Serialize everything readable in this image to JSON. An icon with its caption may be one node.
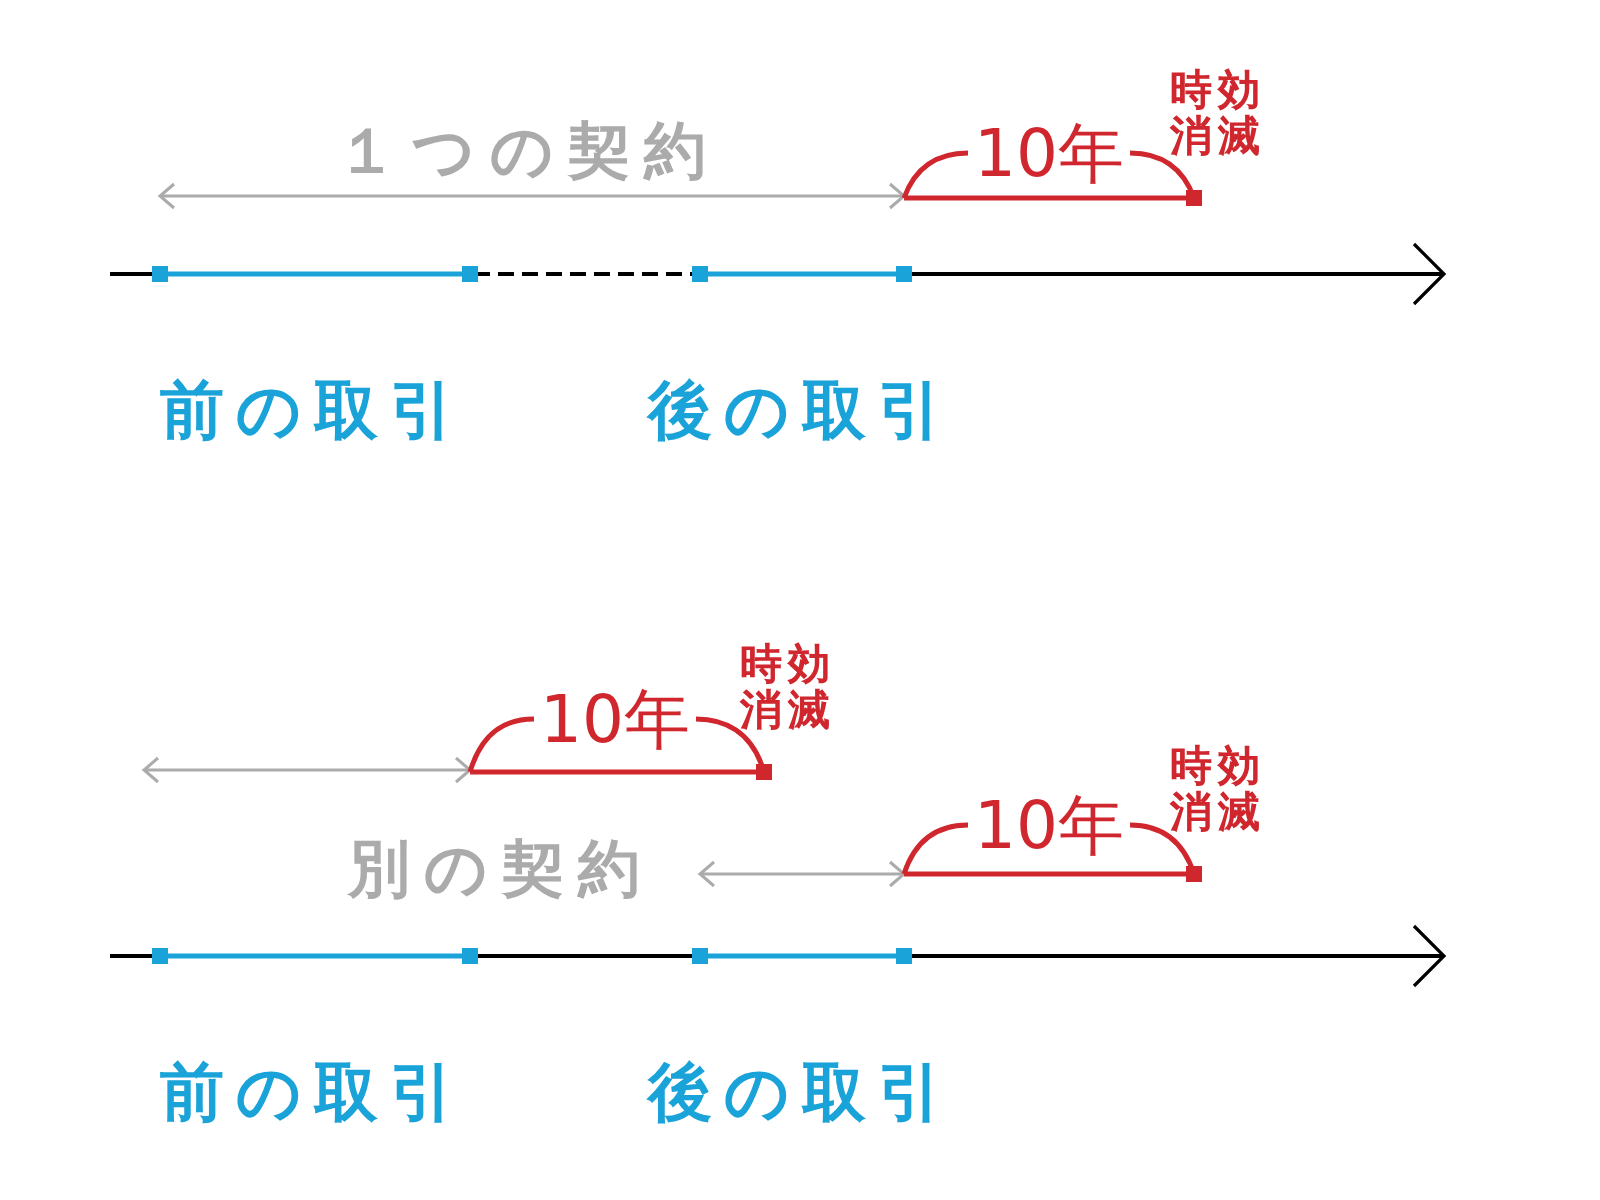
{
  "diagram": {
    "labels": [
      "１つの契約",
      "10年",
      "時効消滅",
      "前の取引",
      "後の取引",
      "10年",
      "時効消滅",
      "別の契約",
      "10年",
      "時効消滅",
      "前の取引",
      "後の取引"
    ]
  }
}
